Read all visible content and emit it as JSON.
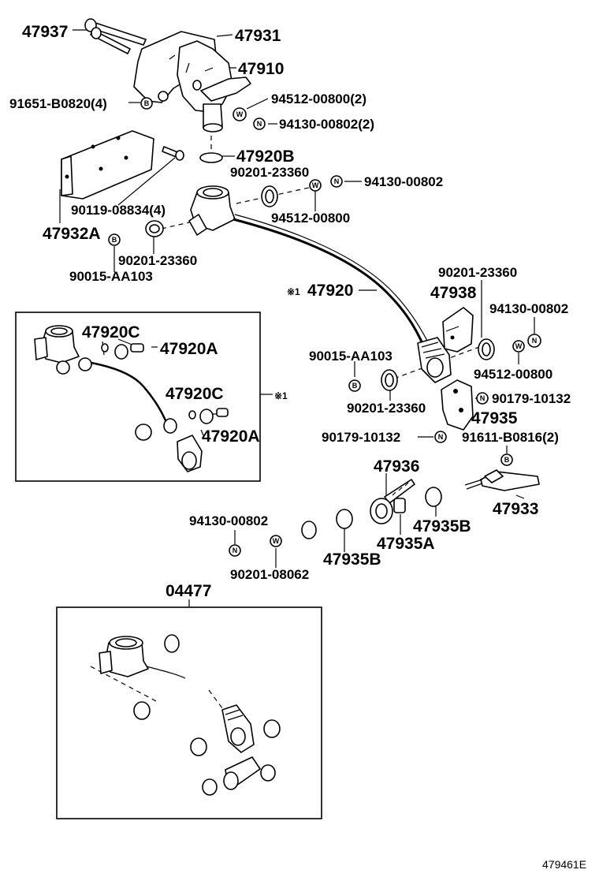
{
  "labels": {
    "l47937": "47937",
    "l47931": "47931",
    "l47910": "47910",
    "l91651": "91651-B0820(4)",
    "l94512a": "94512-00800(2)",
    "l94130a": "94130-00802(2)",
    "l47920B": "47920B",
    "l90201a": "90201-23360",
    "l94130b": "94130-00802",
    "l90119": "90119-08834(4)",
    "l94512b": "94512-00800",
    "l47932A": "47932A",
    "l90201b": "90201-23360",
    "l90015a": "90015-AA103",
    "l47920": "47920",
    "l90201c": "90201-23360",
    "l47938": "47938",
    "l94130c": "94130-00802",
    "l47920C1": "47920C",
    "l47920A1": "47920A",
    "l90015b": "90015-AA103",
    "l94512c": "94512-00800",
    "l47920C2": "47920C",
    "l90179a": "90179-10132",
    "l90201d": "90201-23360",
    "l47935": "47935",
    "l47920A2": "47920A",
    "l90179b": "90179-10132",
    "l91611": "91611-B0816(2)",
    "l47936": "47936",
    "l47933": "47933",
    "l94130d": "94130-00802",
    "l47935B1": "47935B",
    "l47935A": "47935A",
    "l47935B2": "47935B",
    "l90201e": "90201-08062",
    "l04477": "04477",
    "figure_code": "479461E"
  },
  "symbols": {
    "bolt": "B",
    "washer": "W",
    "nut": "N",
    "ref": "※1"
  }
}
